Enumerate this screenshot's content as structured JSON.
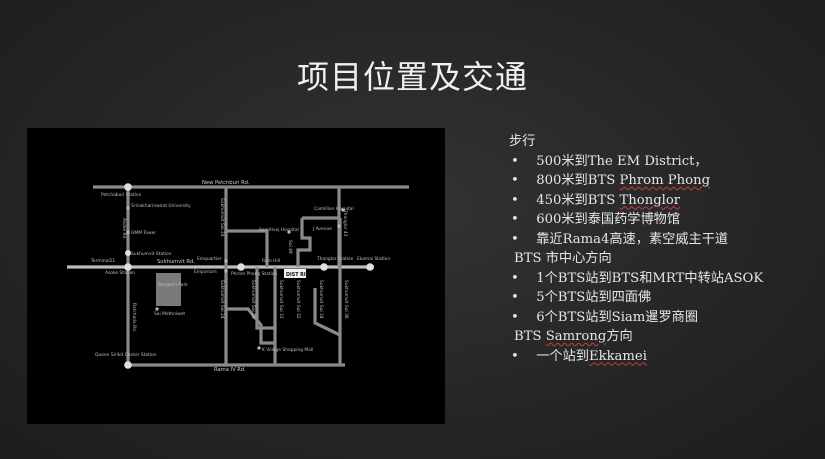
{
  "slide": {
    "title": "项目位置及交通"
  },
  "map": {
    "roads": {
      "new_petchburi": "New Petchburi Rd.",
      "sukhumvit": "Sukhumvit Rd.",
      "rama_iv": "Rama IV Rd.",
      "asoke": "Asoke Rd.",
      "ratchada": "Ratchada Rd.",
      "soi_24": "Sukhumvit Soi 24",
      "soi_26": "Sukhumvit Soi 26",
      "soi_31": "Sukhumvit Soi 31",
      "soi_32": "Sukhumvit Soi 32",
      "soi_34": "Sukhumvit Soi 34",
      "soi_36": "Sukhumvit Soi 36",
      "soi_49": "Soi 49",
      "soi_63": "Sukhumvit Soi 63",
      "thonglor": "Thonglor 43",
      "soi_methniwet": "Soi Methniwet"
    },
    "places": {
      "petchaburi_station": "Petchaburi Station",
      "srinakharinwirot": "Srinakharinwirot University",
      "gmm_tower": "GMM Tower",
      "sukhumvit_station": "Sukhumvit Station",
      "terminal21": "Terminal21",
      "asoke_station": "Asoke Station",
      "emquartier": "Emquartier",
      "emporium": "Emporium",
      "phrom_phong_station": "Phrom Phong Station",
      "samitivej_hospital": "Samitivej Hospital",
      "rain_hill": "Rain Hill",
      "j_avenue": "J Avenue",
      "camillian_hospital": "Camillian Hospital",
      "thonglor_station": "Thonglor Station",
      "ekamai_station": "Ekamai Station",
      "benjasiri_park": "Benjasiri Park",
      "queen_sirikit": "Queen Sirikit Center Station",
      "k_village": "K Village Shopping Mall",
      "project_logo": "DIST RIC"
    }
  },
  "info": {
    "walk_heading": "步行",
    "walk_items": [
      {
        "plain": "500米到The EM District，",
        "marked": ""
      },
      {
        "plain": "800米到BTS  ",
        "marked": "Phrom Phong"
      },
      {
        "plain": "450米到BTS ",
        "marked": "Thonglor"
      },
      {
        "plain": "600米到泰国药学博物馆",
        "marked": ""
      },
      {
        "plain": "靠近Rama4高速，素空威主干道",
        "marked": ""
      }
    ],
    "center_heading": "BTS  市中心方向",
    "center_items": [
      "1个BTS站到BTS和MRT中转站ASOK",
      "5个BTS站到四面佛",
      "6个BTS站到Siam暹罗商圈"
    ],
    "samrong_heading_prefix": "BTS ",
    "samrong_heading_marked": "Samrong",
    "samrong_heading_suffix": "方向",
    "samrong_item_prefix": "一个站到",
    "samrong_item_marked": "Ekkamei"
  }
}
